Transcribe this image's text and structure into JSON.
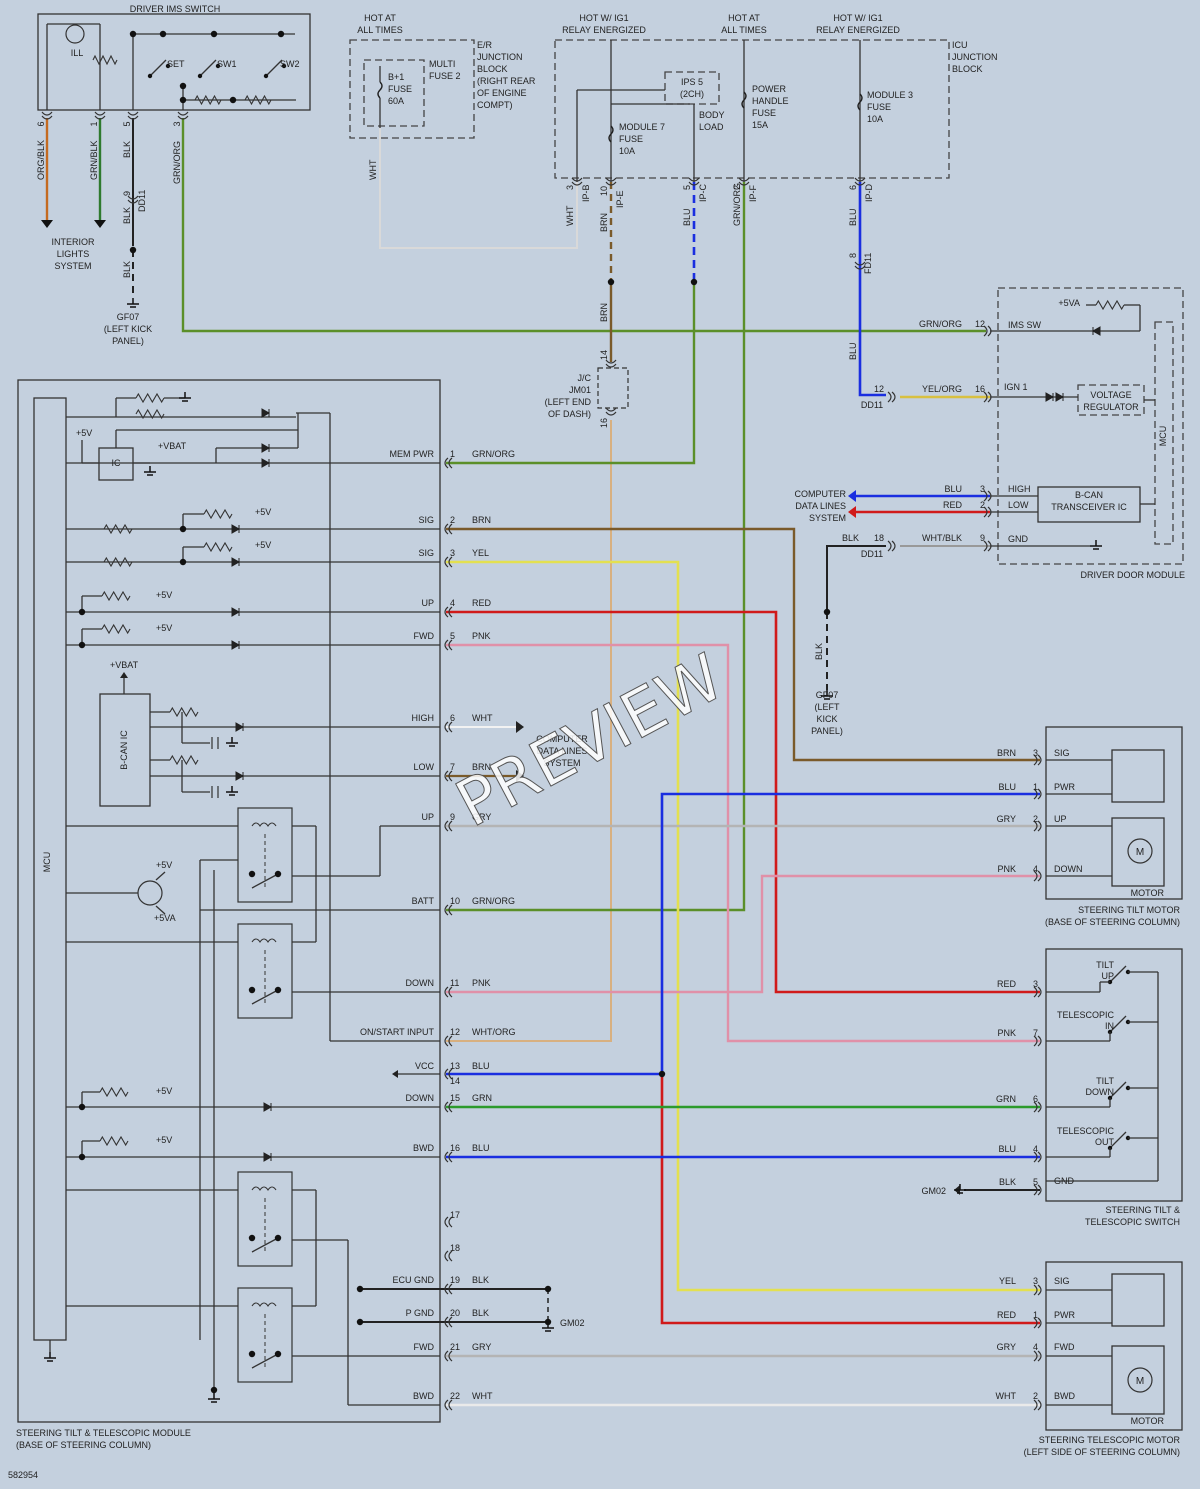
{
  "diagram_id": "582954",
  "watermark": "PREVIEW",
  "colors": {
    "GRN/ORG": "#5b8f29",
    "BRN": "#7a5a2a",
    "YEL": "#e3e050",
    "RED": "#d01a1a",
    "PNK": "#e090a8",
    "WHT": "#f2f2f2",
    "GRY": "#b4b4b4",
    "BLU": "#1a2ee0",
    "GRN": "#2c9a2c",
    "BLK": "#222222",
    "ORG/BLK": "#c46a20",
    "GRN/BLK": "#2e7a2e",
    "YEL/ORG": "#d8c040",
    "WHT/BLK": "#999999"
  },
  "ims_switch": {
    "title": "DRIVER IMS SWITCH",
    "ill": "ILL",
    "set": "SET",
    "sw1": "SW1",
    "sw2": "SW2",
    "pins": [
      {
        "pin": "6",
        "wire": "ORG/BLK"
      },
      {
        "pin": "1",
        "wire": "GRN/BLK"
      },
      {
        "pin": "5",
        "wire": "BLK"
      },
      {
        "pin": "3",
        "wire": "GRN/ORG"
      }
    ],
    "conn": "DD11",
    "pin9": "9",
    "blk": "BLK",
    "blk2": "BLK"
  },
  "interior_lights": [
    "INTERIOR",
    "LIGHTS",
    "SYSTEM"
  ],
  "gf07_left": [
    "GF07",
    "(LEFT KICK",
    "PANEL)"
  ],
  "er_block": {
    "hot": [
      "HOT AT",
      "ALL TIMES"
    ],
    "name": [
      "E/R",
      "JUNCTION",
      "BLOCK",
      "(RIGHT REAR",
      "OF ENGINE",
      "COMPT)"
    ],
    "fuse": [
      "B+1",
      "FUSE",
      "60A"
    ],
    "multi": [
      "MULTI",
      "FUSE 2"
    ],
    "wht": "WHT"
  },
  "icu": {
    "hot1": [
      "HOT W/ IG1",
      "RELAY ENERGIZED"
    ],
    "hot2": [
      "HOT AT",
      "ALL TIMES"
    ],
    "hot3": [
      "HOT W/ IG1",
      "RELAY ENERGIZED"
    ],
    "name": [
      "ICU",
      "JUNCTION",
      "BLOCK"
    ],
    "ips": [
      "IPS 5",
      "(2CH)"
    ],
    "body": [
      "BODY",
      "LOAD"
    ],
    "mod7": [
      "MODULE 7",
      "FUSE",
      "10A"
    ],
    "power": [
      "POWER",
      "HANDLE",
      "FUSE",
      "15A"
    ],
    "mod3": [
      "MODULE 3",
      "FUSE",
      "10A"
    ],
    "pins": [
      {
        "pin": "3",
        "wire": "WHT",
        "conn": "IP-B"
      },
      {
        "pin": "10",
        "wire": "BRN",
        "conn": "IP-E"
      },
      {
        "pin": "5",
        "wire": "BLU",
        "conn": "IP-C"
      },
      {
        "pin": "2",
        "wire": "GRN/ORG",
        "conn": "IP-F"
      },
      {
        "pin": "6",
        "wire": "BLU",
        "conn": "IP-D"
      }
    ],
    "fd11": "FD11",
    "pin8": "8"
  },
  "jc": {
    "name": [
      "J/C",
      "JM01",
      "(LEFT END",
      "OF DASH)"
    ],
    "p14": "14",
    "p16": "16",
    "brn": "BRN",
    "blu": "BLU"
  },
  "ddm": {
    "title": "DRIVER DOOR MODULE",
    "p5va": "+5VA",
    "ims_sw": "IMS SW",
    "ign1": "IGN 1",
    "vr": [
      "VOLTAGE",
      "REGULATOR"
    ],
    "mcu": "MCU",
    "high": "HIGH",
    "low": "LOW",
    "bcan": [
      "B-CAN",
      "TRANSCEIVER IC"
    ],
    "gnd": "GND",
    "pins": [
      {
        "pin": "12",
        "wire": "GRN/ORG"
      },
      {
        "pin": "16",
        "wire": "YEL/ORG"
      },
      {
        "pin": "3",
        "wire": "BLU"
      },
      {
        "pin": "2",
        "wire": "RED"
      },
      {
        "pin": "9",
        "wire": "WHT/BLK"
      }
    ],
    "dd11_12": "12",
    "dd11_18": "18",
    "dd11": "DD11",
    "blk": "BLK",
    "comp": [
      "COMPUTER",
      "DATA LINES",
      "SYSTEM"
    ],
    "gf07": [
      "GF07",
      "(LEFT",
      "KICK",
      "PANEL)"
    ]
  },
  "module": {
    "title": [
      "STEERING TILT & TELESCOPIC MODULE",
      "(BASE OF STEERING COLUMN)"
    ],
    "mcu": "MCU",
    "ic": "IC",
    "bcan": "B-CAN IC",
    "p5v": "+5V",
    "p5va": "+5VA",
    "vbat": "+VBAT",
    "pins": [
      {
        "pin": "1",
        "label": "MEM PWR",
        "wire": "GRN/ORG"
      },
      {
        "pin": "2",
        "label": "SIG",
        "wire": "BRN"
      },
      {
        "pin": "3",
        "label": "SIG",
        "wire": "YEL"
      },
      {
        "pin": "4",
        "label": "UP",
        "wire": "RED"
      },
      {
        "pin": "5",
        "label": "FWD",
        "wire": "PNK"
      },
      {
        "pin": "6",
        "label": "HIGH",
        "wire": "WHT"
      },
      {
        "pin": "7",
        "label": "LOW",
        "wire": "BRN"
      },
      {
        "pin": "9",
        "label": "UP",
        "wire": "GRY"
      },
      {
        "pin": "10",
        "label": "BATT",
        "wire": "GRN/ORG"
      },
      {
        "pin": "11",
        "label": "DOWN",
        "wire": "PNK"
      },
      {
        "pin": "12",
        "label": "ON/START INPUT",
        "wire": "WHT/ORG"
      },
      {
        "pin": "13",
        "label": "VCC",
        "wire": "BLU"
      },
      {
        "pin": "14",
        "label": "",
        "wire": ""
      },
      {
        "pin": "15",
        "label": "DOWN",
        "wire": "GRN"
      },
      {
        "pin": "16",
        "label": "BWD",
        "wire": "BLU"
      },
      {
        "pin": "17",
        "label": "",
        "wire": ""
      },
      {
        "pin": "18",
        "label": "",
        "wire": ""
      },
      {
        "pin": "19",
        "label": "ECU GND",
        "wire": "BLK"
      },
      {
        "pin": "20",
        "label": "P GND",
        "wire": "BLK"
      },
      {
        "pin": "21",
        "label": "FWD",
        "wire": "GRY"
      },
      {
        "pin": "22",
        "label": "BWD",
        "wire": "WHT"
      }
    ],
    "comp": [
      "COMPUTER",
      "DATA LINES",
      "SYSTEM"
    ],
    "gm02": "GM02"
  },
  "tilt_motor": {
    "title": [
      "STEERING TILT MOTOR",
      "(BASE OF STEERING COLUMN)"
    ],
    "m": "M",
    "motor": "MOTOR",
    "pins": [
      {
        "pin": "3",
        "label": "SIG",
        "wire": "BRN"
      },
      {
        "pin": "1",
        "label": "PWR",
        "wire": "BLU"
      },
      {
        "pin": "2",
        "label": "UP",
        "wire": "GRY"
      },
      {
        "pin": "4",
        "label": "DOWN",
        "wire": "PNK"
      }
    ]
  },
  "switch": {
    "title": [
      "STEERING TILT &",
      "TELESCOPIC SWITCH"
    ],
    "labels": [
      [
        "TILT",
        "UP"
      ],
      [
        "TELESCOPIC",
        "IN"
      ],
      [
        "TILT",
        "DOWN"
      ],
      [
        "TELESCOPIC",
        "OUT"
      ]
    ],
    "pins": [
      {
        "pin": "3",
        "wire": "RED"
      },
      {
        "pin": "7",
        "wire": "PNK"
      },
      {
        "pin": "6",
        "wire": "GRN"
      },
      {
        "pin": "4",
        "wire": "BLU"
      },
      {
        "pin": "5",
        "wire": "BLK",
        "label": "GND"
      }
    ],
    "gm02": "GM02"
  },
  "tele_motor": {
    "title": [
      "STEERING TELESCOPIC MOTOR",
      "(LEFT SIDE OF STEERING COLUMN)"
    ],
    "m": "M",
    "motor": "MOTOR",
    "pins": [
      {
        "pin": "3",
        "label": "SIG",
        "wire": "YEL"
      },
      {
        "pin": "1",
        "label": "PWR",
        "wire": "RED"
      },
      {
        "pin": "4",
        "label": "FWD",
        "wire": "GRY"
      },
      {
        "pin": "2",
        "label": "BWD",
        "wire": "WHT"
      }
    ]
  }
}
